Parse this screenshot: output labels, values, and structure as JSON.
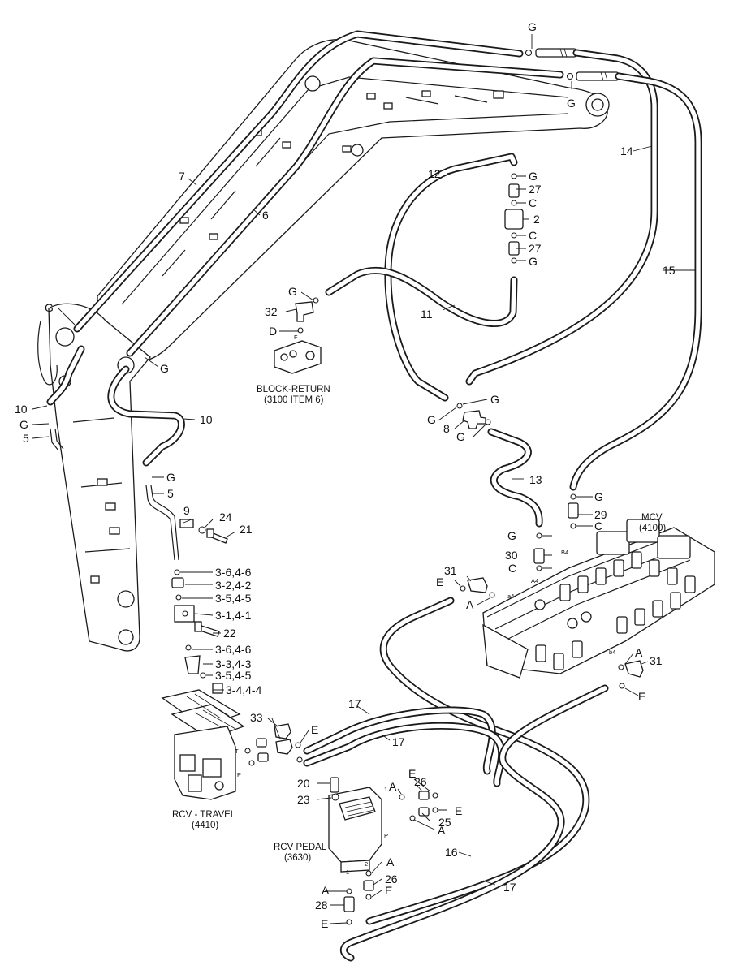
{
  "captions": {
    "block_return": "BLOCK-RETURN",
    "block_return_ref": "(3100 ITEM 6)",
    "mcv": "MCV",
    "mcv_ref": "(4100)",
    "rcv_travel": "RCV - TRAVEL",
    "rcv_travel_ref": "(4410)",
    "rcv_pedal": "RCV PEDAL",
    "rcv_pedal_ref": "(3630)"
  },
  "callouts": {
    "g_top": "G",
    "g_top2": "G",
    "n14": "14",
    "n15": "15",
    "n16": "16",
    "n7": "7",
    "n6": "6",
    "n12": "12",
    "n11": "11",
    "n13": "13",
    "g_b1": "G",
    "n27a": "27",
    "c_b1": "C",
    "n2": "2",
    "c_b2": "C",
    "n27b": "27",
    "g_b2": "G",
    "g_32": "G",
    "n32": "32",
    "d_32": "D",
    "g_left": "G",
    "g_left2": "G",
    "n10a": "10",
    "g_10a": "G",
    "n5a": "5",
    "n10b": "10",
    "g_5": "G",
    "n5b": "5",
    "n9": "9",
    "n24": "24",
    "n21": "21",
    "v36_46": "3-6,4-6",
    "v32_42": "3-2,4-2",
    "v35_45": "3-5,4-5",
    "v31_41": "3-1,4-1",
    "n22": "22",
    "v36_46b": "3-6,4-6",
    "v33_43": "3-3,4-3",
    "v35_45b": "3-5,4-5",
    "v34_44": "3-4,4-4",
    "g_t1": "G",
    "g_t2": "G",
    "n8": "8",
    "g_t3": "G",
    "g_m1": "G",
    "n30": "30",
    "c_m1": "C",
    "g_m2": "G",
    "n29": "29",
    "c_m2": "C",
    "n31a": "31",
    "e_31a": "E",
    "a_31a": "A",
    "a_31b": "A",
    "n31b": "31",
    "e_31b": "E",
    "n33": "33",
    "e_33": "E",
    "n17a": "17",
    "n17b": "17",
    "n17c": "17",
    "n20": "20",
    "n23": "23",
    "n26a": "26",
    "a_26a": "A",
    "e_26a": "E",
    "e_26b": "E",
    "n25": "25",
    "a_25": "A",
    "a_p1": "A",
    "n26b": "26",
    "e_p1": "E",
    "a_p2": "A",
    "n28": "28",
    "e_p2": "E"
  },
  "port_marks": {
    "a4": "a4",
    "b4": "B4",
    "a4b": "A4",
    "b4b": "b4",
    "f": "F",
    "t": "T",
    "p": "P",
    "one": "1",
    "two": "2",
    "p2": "P",
    "one2": "1"
  }
}
